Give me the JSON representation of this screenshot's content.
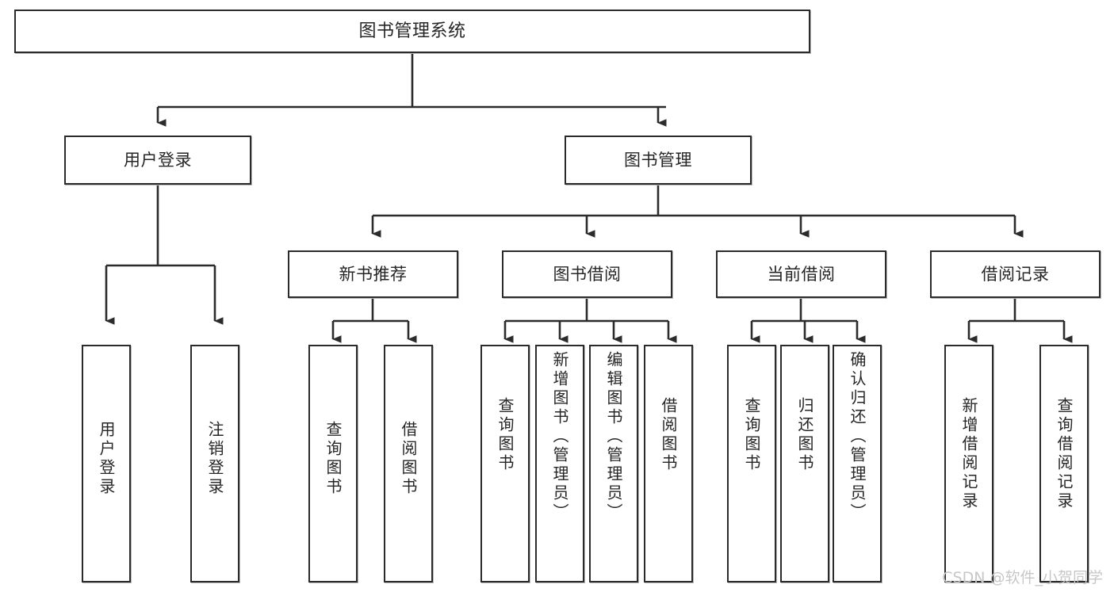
{
  "diagram": {
    "title": "图书管理系统",
    "type": "tree-hierarchy",
    "watermark": "CSDN @软件_小贺同学",
    "colors": {
      "box_border": "#2b2b2b",
      "box_fill": "#ffffff",
      "edge": "#2b2b2b",
      "text": "#262626",
      "watermark": "#c7c7c7"
    },
    "levels": {
      "root": {
        "label": "图书管理系统"
      },
      "level2": [
        {
          "id": "user-login",
          "label": "用户登录"
        },
        {
          "id": "book-manage",
          "label": "图书管理"
        }
      ],
      "level3": [
        {
          "id": "new-book-recommend",
          "label": "新书推荐",
          "parent": "book-manage"
        },
        {
          "id": "book-borrow",
          "label": "图书借阅",
          "parent": "book-manage"
        },
        {
          "id": "current-borrow",
          "label": "当前借阅",
          "parent": "book-manage"
        },
        {
          "id": "borrow-record",
          "label": "借阅记录",
          "parent": "book-manage"
        }
      ],
      "leaves": [
        {
          "id": "leaf-user-login",
          "label": "用户登录",
          "parent": "user-login"
        },
        {
          "id": "leaf-user-logout",
          "label": "注销登录",
          "parent": "user-login"
        },
        {
          "id": "leaf-rec-query-book",
          "label": "查询图书",
          "parent": "new-book-recommend"
        },
        {
          "id": "leaf-rec-borrow-book",
          "label": "借阅图书",
          "parent": "new-book-recommend"
        },
        {
          "id": "leaf-bor-query-book",
          "label": "查询图书",
          "parent": "book-borrow"
        },
        {
          "id": "leaf-bor-add-book",
          "label": "新增图书（管理员）",
          "parent": "book-borrow"
        },
        {
          "id": "leaf-bor-edit-book",
          "label": "编辑图书（管理员）",
          "parent": "book-borrow"
        },
        {
          "id": "leaf-bor-borrow-book",
          "label": "借阅图书",
          "parent": "book-borrow"
        },
        {
          "id": "leaf-cur-query-book",
          "label": "查询图书",
          "parent": "current-borrow"
        },
        {
          "id": "leaf-cur-return-book",
          "label": "归还图书",
          "parent": "current-borrow"
        },
        {
          "id": "leaf-cur-confirm",
          "label": "确认归还（管理员）",
          "parent": "current-borrow"
        },
        {
          "id": "leaf-rec-add-record",
          "label": "新增借阅记录",
          "parent": "borrow-record"
        },
        {
          "id": "leaf-rec-query-record",
          "label": "查询借阅记录",
          "parent": "borrow-record"
        }
      ]
    }
  }
}
